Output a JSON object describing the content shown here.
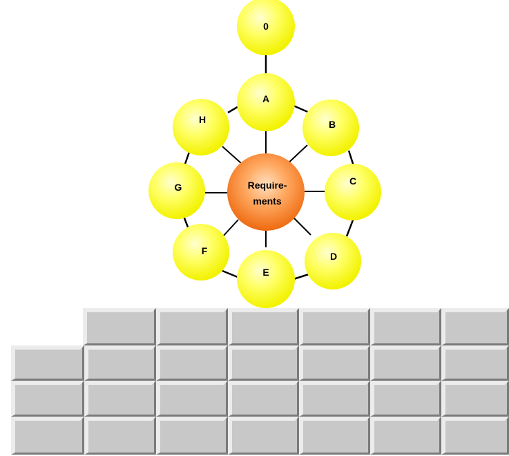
{
  "diagram": {
    "center": {
      "label_line1": "Require-",
      "label_line2": "ments"
    },
    "top_node": {
      "label": "0"
    },
    "ring_nodes": [
      {
        "label": "A"
      },
      {
        "label": "B"
      },
      {
        "label": "C"
      },
      {
        "label": "D"
      },
      {
        "label": "E"
      },
      {
        "label": "F"
      },
      {
        "label": "G"
      },
      {
        "label": "H"
      }
    ]
  },
  "colors": {
    "node_fill": "#ffff33",
    "node_highlight": "#ffffc0",
    "center_fill": "#f47a20",
    "center_highlight": "#ffd9b0",
    "edge": "#000000",
    "brick_face": "#c8c8c8",
    "brick_light": "#ececec",
    "brick_dark": "#7a7a7a"
  }
}
